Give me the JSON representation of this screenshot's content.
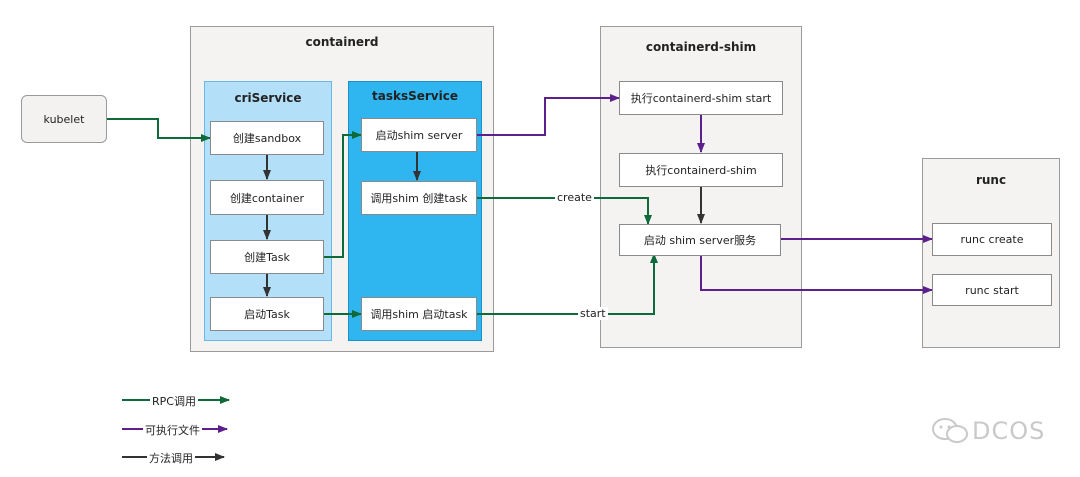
{
  "groups": {
    "containerd": "containerd",
    "cri_service": "criService",
    "tasks_service": "tasksService",
    "shim": "containerd-shim",
    "runc": "runc"
  },
  "nodes": {
    "kubelet": "kubelet",
    "create_sandbox": "创建sandbox",
    "create_container": "创建container",
    "create_task": "创建Task",
    "start_task": "启动Task",
    "start_shim_server": "启动shim server",
    "shim_create_task": "调用shim 创建task",
    "shim_start_task": "调用shim 启动task",
    "exec_shim_start": "执行containerd-shim start",
    "exec_shim": "执行containerd-shim",
    "shim_server_service": "启动 shim server服务",
    "runc_create": "runc create",
    "runc_start": "runc start"
  },
  "edge_labels": {
    "create": "create",
    "start": "start"
  },
  "legend": [
    {
      "label": "RPC调用",
      "color": "#0f6a3a"
    },
    {
      "label": "可执行文件",
      "color": "#5c1f8c"
    },
    {
      "label": "方法调用",
      "color": "#333333"
    }
  ],
  "watermark": "DCOS",
  "colors": {
    "rpc": "#0f6a3a",
    "exec": "#5c1f8c",
    "method": "#333333"
  }
}
